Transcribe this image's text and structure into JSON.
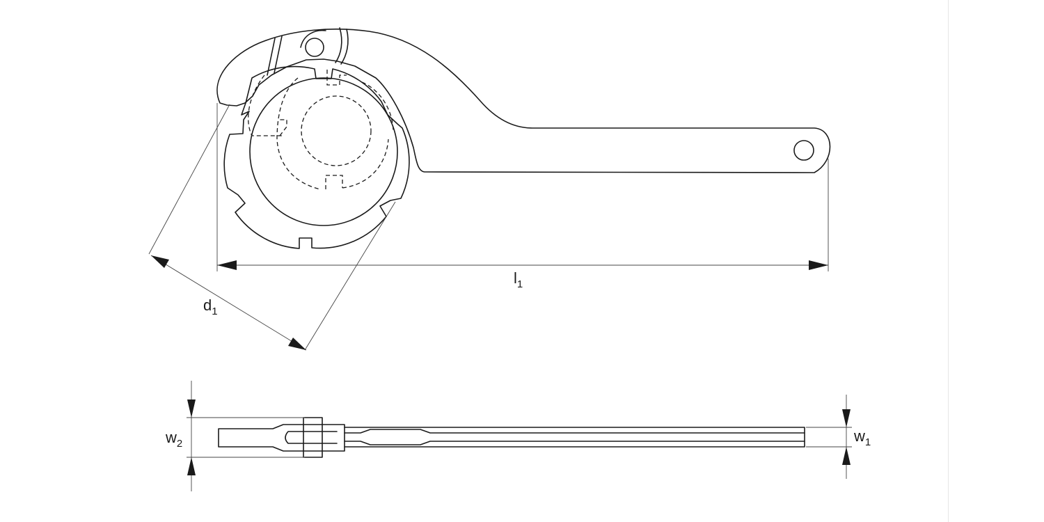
{
  "dimensions": {
    "l1": {
      "base": "l",
      "sub": "1"
    },
    "d1": {
      "base": "d",
      "sub": "1"
    },
    "w1": {
      "base": "w",
      "sub": "1"
    },
    "w2": {
      "base": "w",
      "sub": "2"
    }
  }
}
